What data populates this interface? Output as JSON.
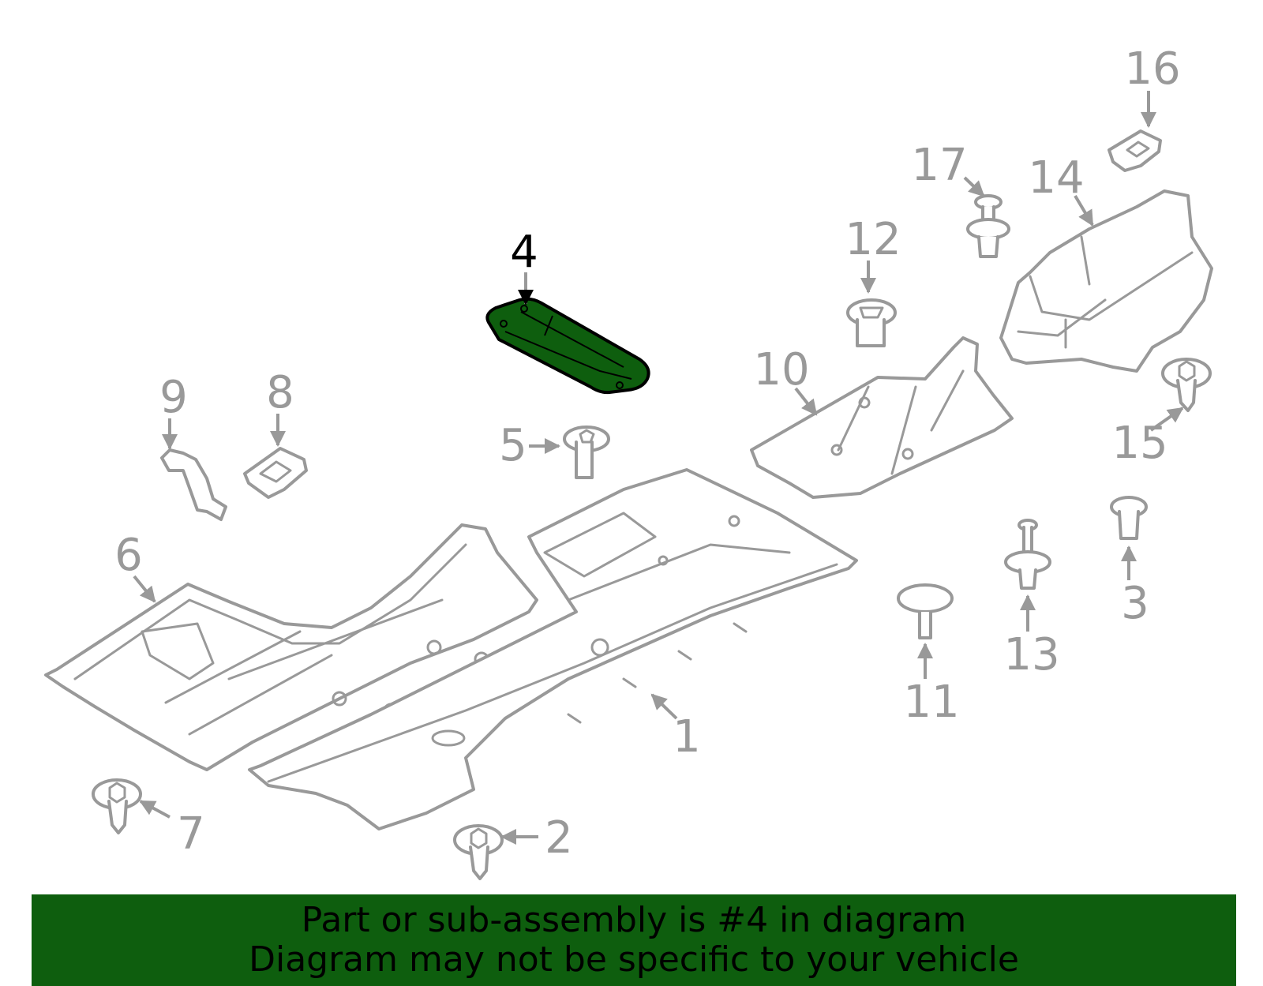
{
  "colors": {
    "highlight_fill": "#0e5e0e",
    "highlight_stroke": "#000000",
    "part_stroke": "#999999",
    "banner_bg": "#0e5e0e"
  },
  "callouts": {
    "c1": "1",
    "c2": "2",
    "c3": "3",
    "c4": "4",
    "c5": "5",
    "c6": "6",
    "c7": "7",
    "c8": "8",
    "c9": "9",
    "c10": "10",
    "c11": "11",
    "c12": "12",
    "c13": "13",
    "c14": "14",
    "c15": "15",
    "c16": "16",
    "c17": "17"
  },
  "banner": {
    "line1": "Part or sub-assembly is #4 in diagram",
    "line2": "Diagram may not be specific to your vehicle"
  }
}
